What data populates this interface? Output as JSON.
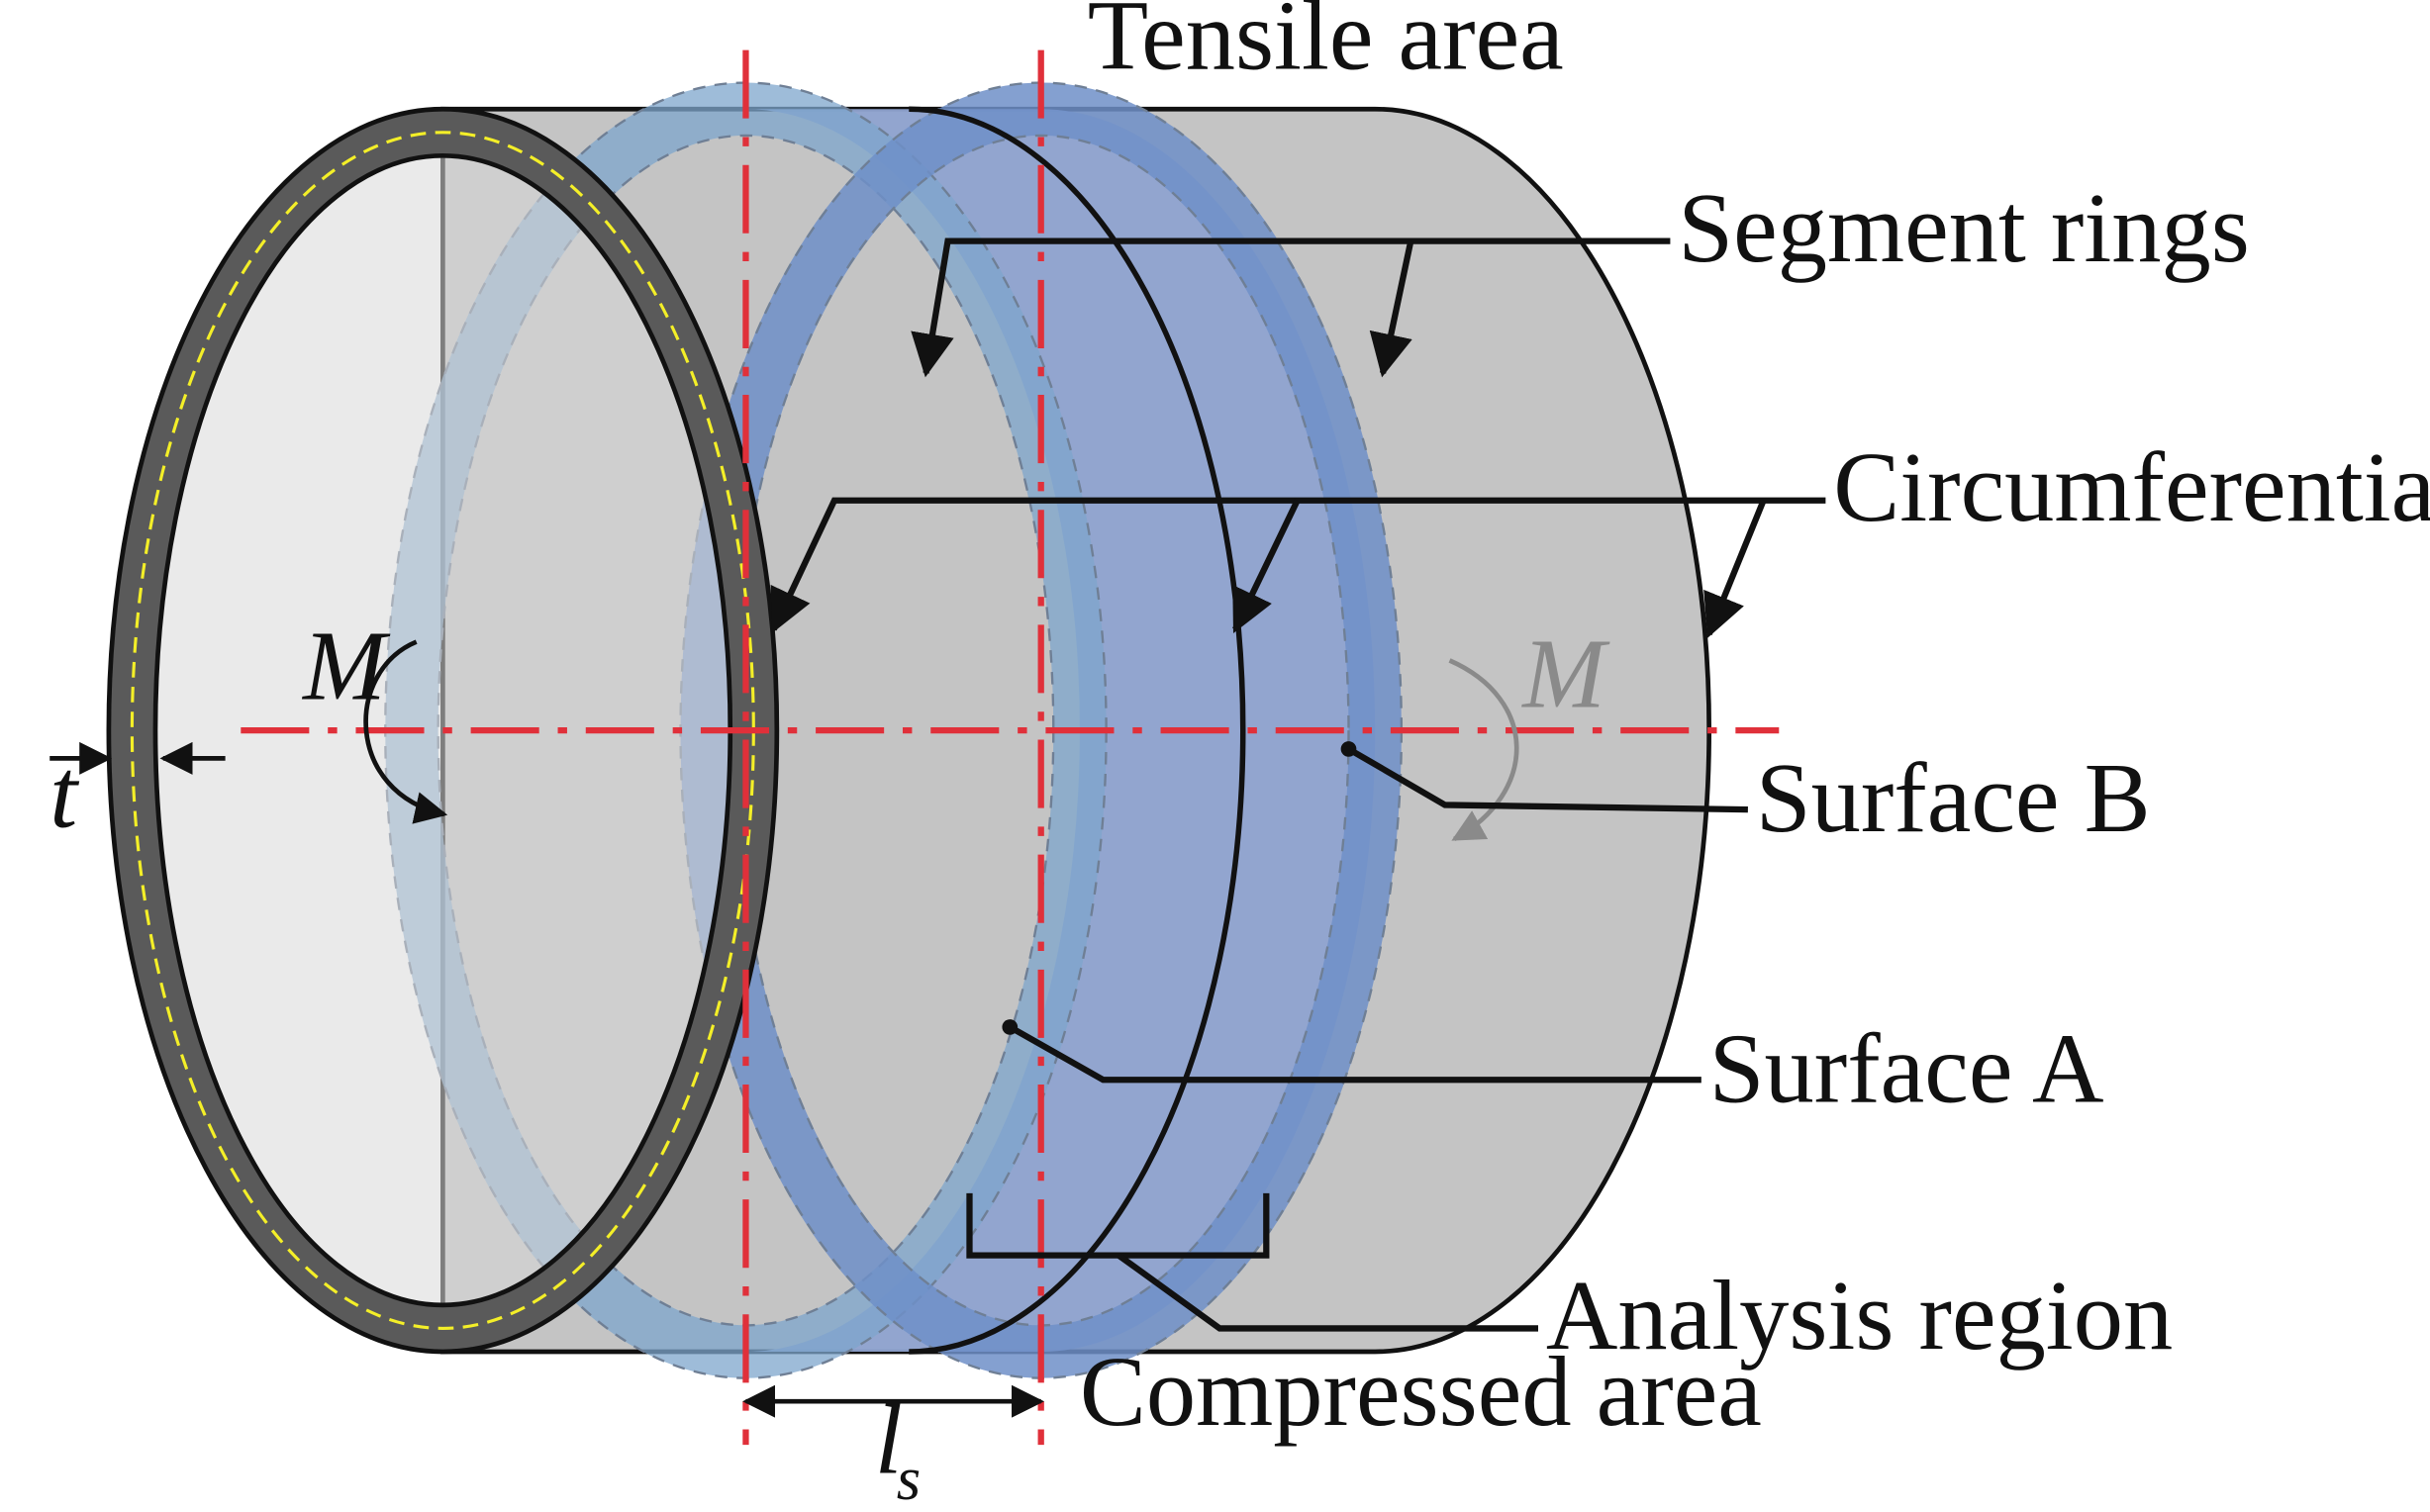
{
  "labels": {
    "tensile_area": "Tensile area",
    "segment_rings": "Segment rings",
    "circumferential_joint": "Circumferential joint",
    "surface_b": "Surface B",
    "surface_a": "Surface A",
    "analysis_region": "Analysis region",
    "compressed_area": "Compressed area",
    "moment_left": "M",
    "moment_right": "M",
    "thickness": "t",
    "segment_length": "l",
    "segment_length_sub": "s"
  },
  "colors": {
    "tube_body": "#c4c4c4",
    "tube_inner": "#d9d9d9",
    "front_ring": "#5a5a5a",
    "ring_dashline": "#f4ef28",
    "transparent_ring": "#7ea6cc",
    "analysis_segment": "#8fa3d0",
    "axis_line": "#e0303a",
    "outline": "#111111"
  },
  "icons": {
    "moment_left": "curved-arrow-icon",
    "moment_right": "curved-arrow-icon",
    "thickness_arrows": "arrow-pair-icon",
    "length_arrows": "double-arrow-icon"
  }
}
